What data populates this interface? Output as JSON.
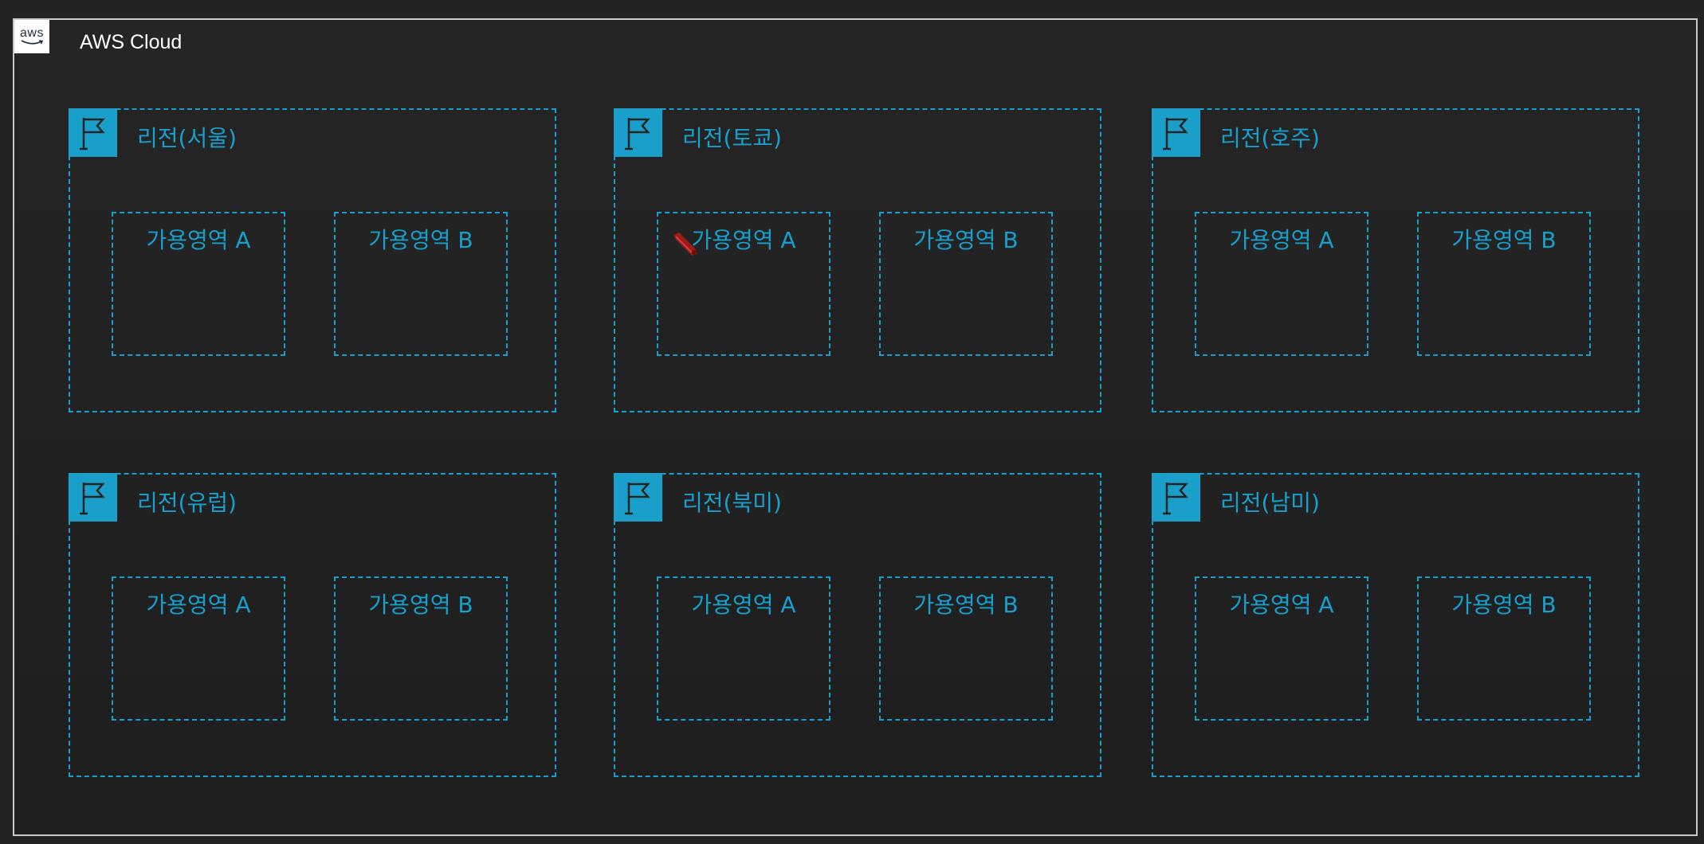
{
  "cloud": {
    "title": "AWS Cloud",
    "logo_text": "aws",
    "logo_icon": "aws-logo-icon"
  },
  "regions": [
    {
      "title": "리전(서울)",
      "zones": [
        {
          "title": "가용영역 A"
        },
        {
          "title": "가용영역 B"
        }
      ]
    },
    {
      "title": "리전(토쿄)",
      "zones": [
        {
          "title": "가용영역 A"
        },
        {
          "title": "가용영역 B"
        }
      ]
    },
    {
      "title": "리전(호주)",
      "zones": [
        {
          "title": "가용영역 A"
        },
        {
          "title": "가용영역 B"
        }
      ]
    },
    {
      "title": "리전(유럽)",
      "zones": [
        {
          "title": "가용영역 A"
        },
        {
          "title": "가용영역 B"
        }
      ]
    },
    {
      "title": "리전(북미)",
      "zones": [
        {
          "title": "가용영역 A"
        },
        {
          "title": "가용영역 B"
        }
      ]
    },
    {
      "title": "리전(남미)",
      "zones": [
        {
          "title": "가용영역 A"
        },
        {
          "title": "가용영역 B"
        }
      ]
    }
  ],
  "icons": {
    "region": "region-flag-icon",
    "pointer": "red-marker-icon"
  },
  "colors": {
    "background": "#232323",
    "cloud_border": "#c9c9c9",
    "accent": "#17a0cd",
    "flag_bg": "#1a9fcb",
    "text": "#ffffff"
  }
}
